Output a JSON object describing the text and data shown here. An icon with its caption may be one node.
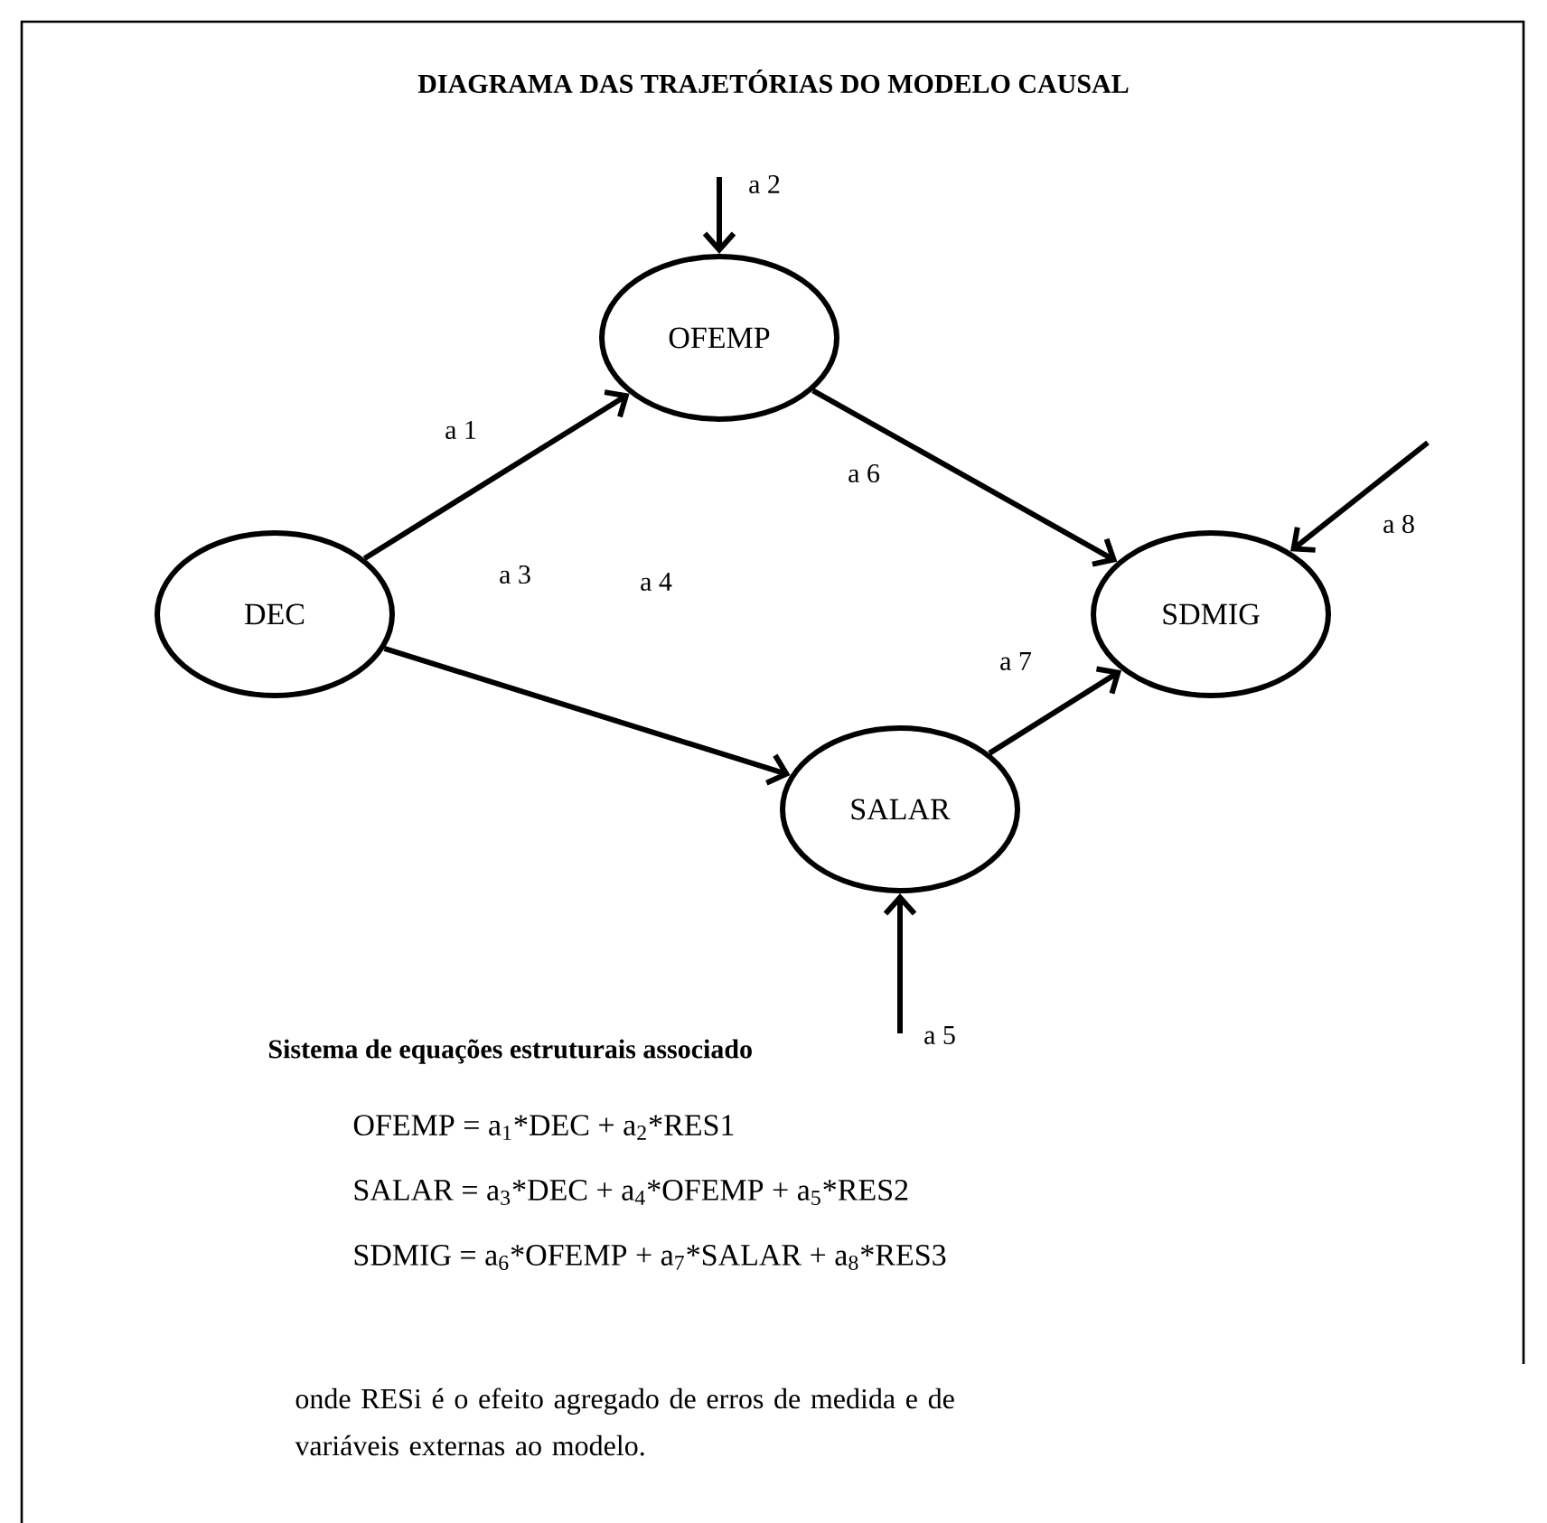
{
  "diagram": {
    "title": "DIAGRAMA DAS TRAJETÓRIAS DO MODELO CAUSAL",
    "nodes": [
      {
        "text": [
          "DEC"
        ]
      },
      {
        "text": [
          "OFEMP"
        ]
      },
      {
        "text": [
          "SALAR"
        ]
      },
      {
        "text": [
          "SDMIG"
        ]
      }
    ],
    "edges": [
      {
        "from": 0,
        "to": 1,
        "arrow": "to",
        "label": "a 1"
      },
      {
        "from": null,
        "to": 1,
        "arrow": "to",
        "label": "a 2"
      },
      {
        "from": 0,
        "to": 2,
        "arrow": "to",
        "label": "a 3"
      },
      {
        "from": null,
        "to": 2,
        "arrow": "to",
        "label": "a 5"
      },
      {
        "from": 1,
        "to": 3,
        "arrow": "to",
        "label": "a 6"
      },
      {
        "from": 2,
        "to": 3,
        "arrow": "to",
        "label": "a 7"
      },
      {
        "from": null,
        "to": 3,
        "arrow": "to",
        "label": "a 8"
      }
    ],
    "labels": [
      "a 4",
      "Sistema de equações estruturais associado",
      "OFEMP = a$_{1}$*DEC + a$_{2}$*RES1",
      "SALAR = a$_{3}$*DEC + a$_{4}$*OFEMP + a$_{5}$*RES2",
      "SDMIG = a$_{6}$*OFEMP + a$_{7}$*SALAR + a$_{8}$*RES3",
      "onde RESi é o efeito agregado de erros de medida e de variáveis externas ao modelo."
    ]
  }
}
